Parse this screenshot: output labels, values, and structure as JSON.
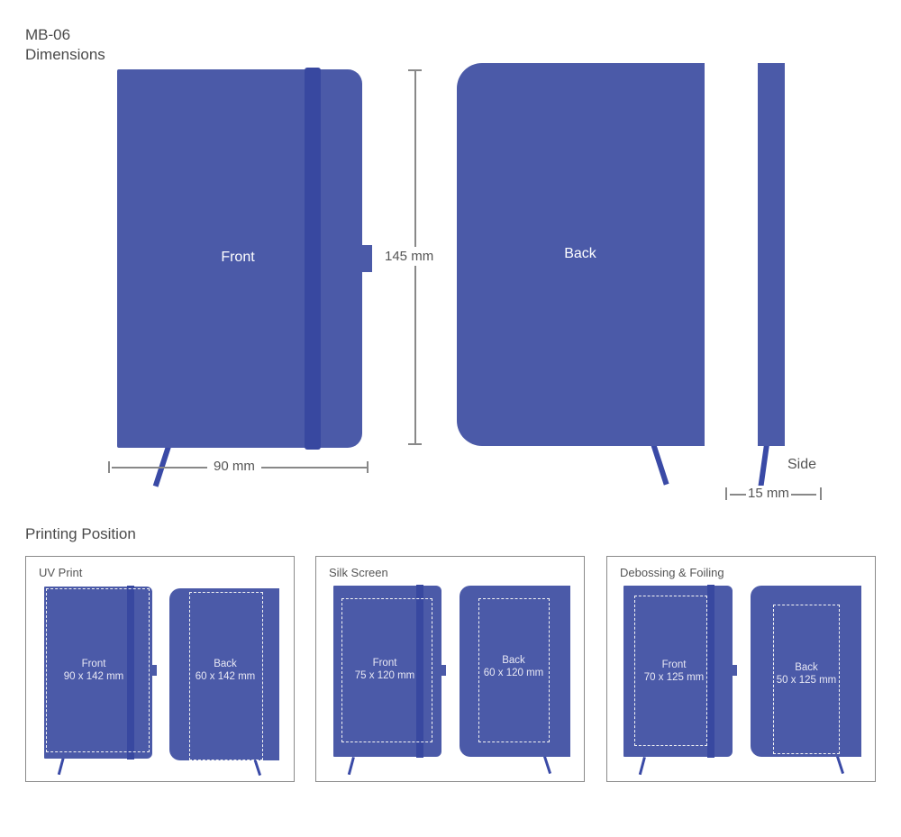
{
  "product_code": "MB-06",
  "dimensions_heading": "Dimensions",
  "views": {
    "front": "Front",
    "back": "Back",
    "side": "Side"
  },
  "measures": {
    "height": "145 mm",
    "width": "90 mm",
    "thickness": "15 mm"
  },
  "colors": {
    "cover": "#4b5aa8",
    "elastic": "#3848a0"
  },
  "printing_heading": "Printing Position",
  "methods": [
    {
      "title": "UV Print",
      "front_label": "Front",
      "front_size": "90 x 142 mm",
      "back_label": "Back",
      "back_size": "60 x 142 mm"
    },
    {
      "title": "Silk Screen",
      "front_label": "Front",
      "front_size": "75 x 120 mm",
      "back_label": "Back",
      "back_size": "60 x 120 mm"
    },
    {
      "title": "Debossing & Foiling",
      "front_label": "Front",
      "front_size": "70 x 125 mm",
      "back_label": "Back",
      "back_size": "50 x 125 mm"
    }
  ]
}
